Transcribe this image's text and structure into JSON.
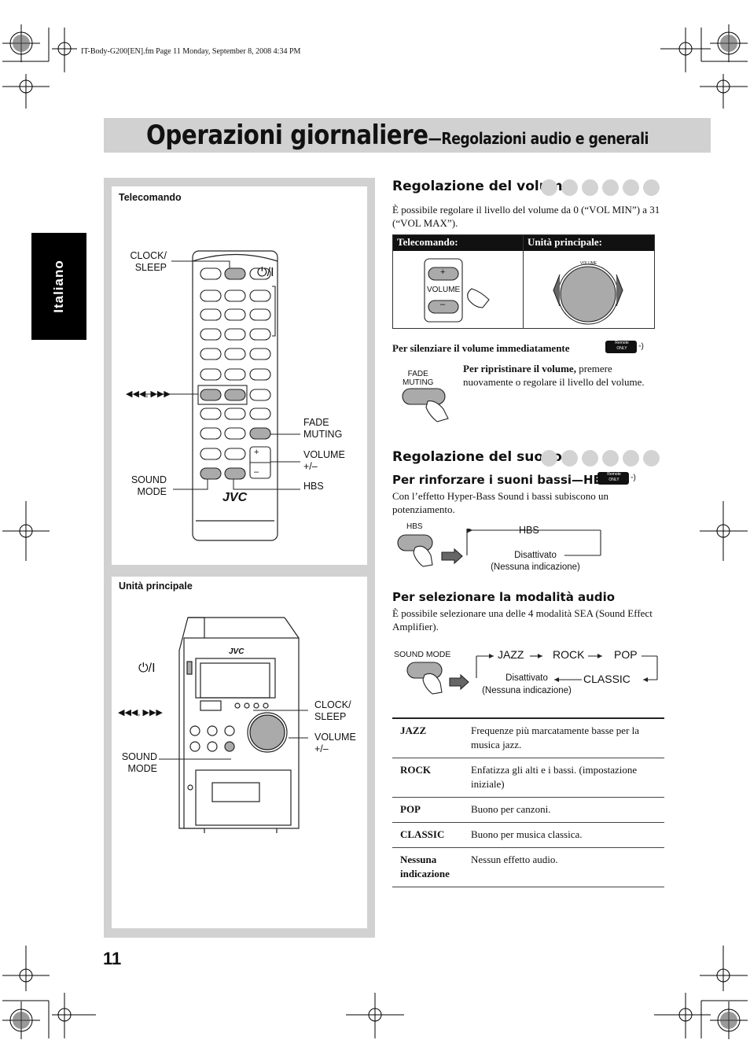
{
  "header_line": "IT-Body-G200[EN].fm  Page 11  Monday, September 8, 2008  4:34 PM",
  "title": {
    "main": "Operazioni giornaliere",
    "sub": "—Regolazioni audio e generali"
  },
  "language_tab": "Italiano",
  "page_number": "11",
  "remote_panel": {
    "heading": "Telecomando",
    "callouts": {
      "clock_sleep": "CLOCK/\nSLEEP",
      "power": "⏻/I",
      "skip": "◀◀◀, ▶▶▶",
      "fade_muting": "FADE\nMUTING",
      "volume": "VOLUME\n+/–",
      "sound_mode": "SOUND\nMODE",
      "hbs": "HBS"
    },
    "brand": "JVC",
    "vol_plus": "+",
    "vol_minus": "–"
  },
  "unit_panel": {
    "heading": "Unità principale",
    "callouts": {
      "power": "⏻/I",
      "skip": "◀◀◀, ▶▶▶",
      "sound_mode": "SOUND\nMODE",
      "clock_sleep": "CLOCK/\nSLEEP",
      "volume": "VOLUME\n+/–"
    },
    "brand": "JVC"
  },
  "volume_section": {
    "heading": "Regolazione del volume",
    "intro": "È possibile regolare il livello del volume da 0 (“VOL MIN”) a 31 (“VOL MAX”).",
    "table_headers": [
      "Telecomando:",
      "Unità principale:"
    ],
    "remote_volume_label": "VOLUME",
    "knob_label": "VOLUME",
    "mute_heading": "Per silenziare il volume immediatamente",
    "remote_only_badge": "Remote ONLY",
    "fade_label": "FADE\nMUTING",
    "restore_bold": "Per ripristinare il volume,",
    "restore_text": " premere nuovamente o regolare il livello del volume."
  },
  "sound_section": {
    "heading": "Regolazione del suono",
    "bass_heading": "Per rinforzare i suoni bassi—HBS",
    "remote_only_badge": "Remote ONLY",
    "bass_text": "Con l’effetto Hyper-Bass Sound i bassi subiscono un potenziamento.",
    "hbs_button": "HBS",
    "hbs_state_on": "HBS",
    "hbs_state_off": "Disattivato\n(Nessuna indicazione)",
    "mode_heading": "Per selezionare la modalità audio",
    "mode_text": "È possibile selezionare una delle 4 modalità SEA (Sound Effect Amplifier).",
    "sound_mode_button": "SOUND MODE",
    "cycle": [
      "JAZZ",
      "ROCK",
      "POP",
      "CLASSIC"
    ],
    "cycle_off": "Disattivato\n(Nessuna indicazione)",
    "modes_table": [
      {
        "name": "JAZZ",
        "desc": "Frequenze più marcatamente basse per la musica jazz."
      },
      {
        "name": "ROCK",
        "desc": "Enfatizza gli alti e i bassi. (impostazione iniziale)"
      },
      {
        "name": "POP",
        "desc": "Buono per canzoni."
      },
      {
        "name": "CLASSIC",
        "desc": "Buono per musica classica."
      },
      {
        "name": "Nessuna indicazione",
        "desc": "Nessun effetto audio."
      }
    ]
  }
}
